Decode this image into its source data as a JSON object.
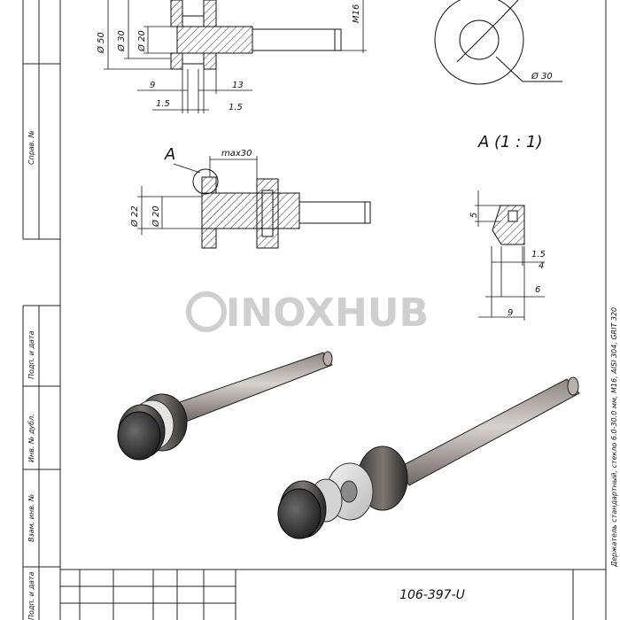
{
  "watermark": {
    "text": "INOXHUB"
  },
  "side_labels": {
    "sprav": "Справ. №",
    "podp_data_1": "Подп. и дата",
    "inv_dubl": "Инв. № дубл.",
    "vzam_inv": "Взам. инв. №",
    "podp_data_2": "Подп. и дата"
  },
  "right_note": "Держатель стандартный, стекло 6.0-30.0 мм, M16, AISI 304, GRIT 320",
  "title_block": {
    "code": "106-397-U"
  },
  "top_view": {
    "dims": {
      "d50": "Ø 50",
      "d30": "Ø 30",
      "d20": "Ø 20",
      "m16": "M16",
      "w9": "9",
      "w13": "13",
      "g15a": "1.5",
      "g15b": "1.5"
    }
  },
  "ring_view": {
    "dim": "Ø 30"
  },
  "mid_view": {
    "callout": "A",
    "max": "max30",
    "dims": {
      "d22": "Ø 22",
      "d20": "Ø 20"
    }
  },
  "detail_view": {
    "title": "A (1 : 1)",
    "dims": {
      "h5": "5",
      "w15": "1.5",
      "w4": "4",
      "w6": "6",
      "w9": "9"
    }
  }
}
